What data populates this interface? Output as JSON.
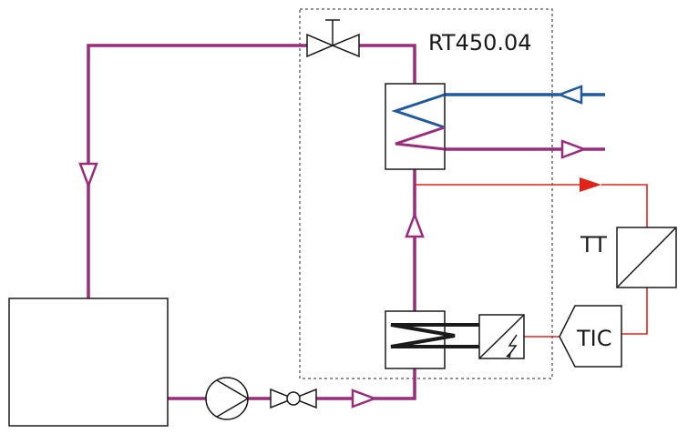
{
  "labels": {
    "unit_name": "RT450.04",
    "temperature_transmitter": "TT",
    "temperature_controller": "TIC"
  },
  "colors": {
    "process": "#9b2b7c",
    "cooling_water": "#1f5aa0",
    "signal": "#e2231a",
    "outline": "#1a1a1a",
    "boundary": "#555555"
  }
}
